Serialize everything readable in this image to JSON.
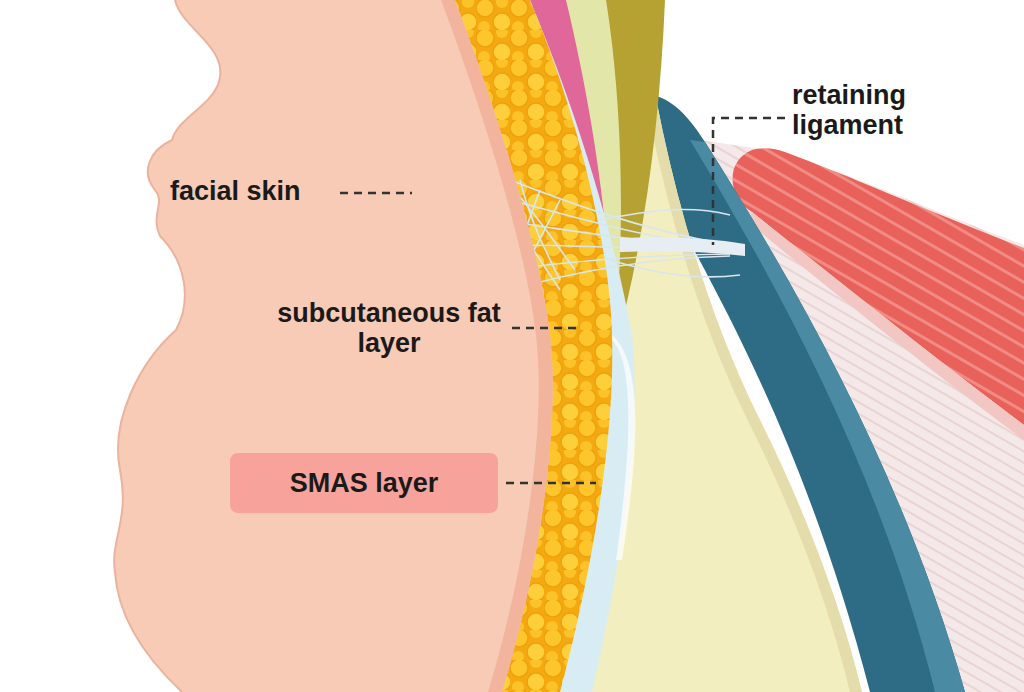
{
  "diagram": {
    "nodes": [
      {
        "text": [
          "SMAS layer"
        ]
      }
    ],
    "labels": [
      "retaining ligament",
      "facial skin",
      "subcutaneous fat layer"
    ]
  }
}
